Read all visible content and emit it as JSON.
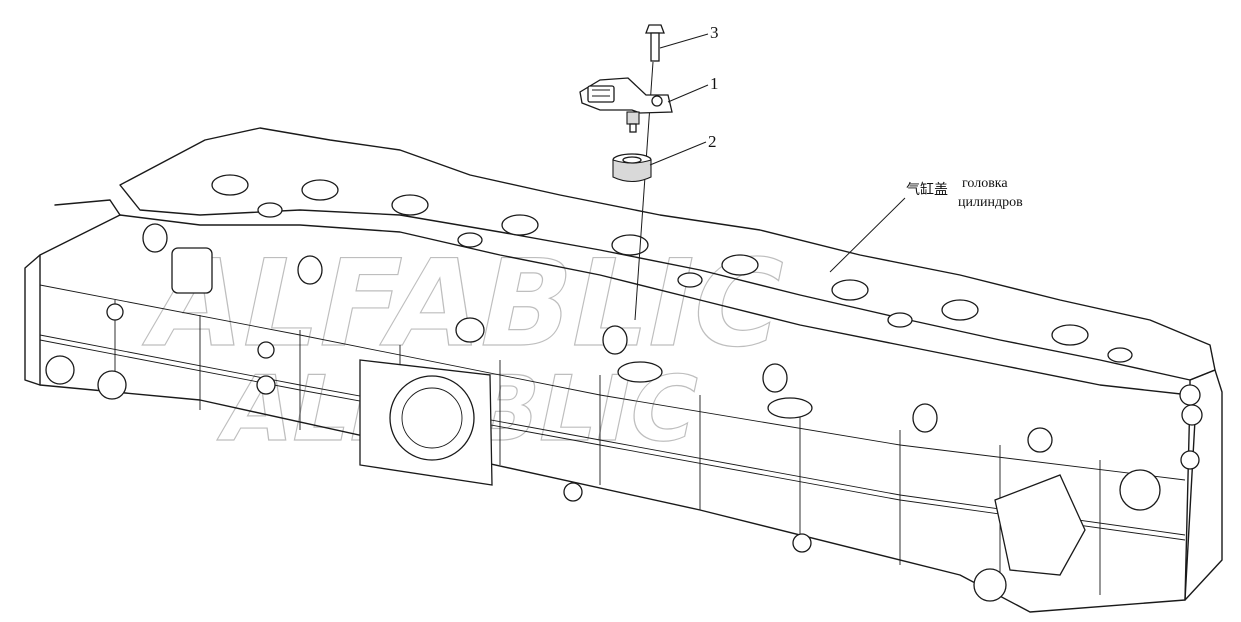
{
  "callouts": [
    {
      "id": "bolt",
      "label": "3"
    },
    {
      "id": "sensor",
      "label": "1"
    },
    {
      "id": "seal",
      "label": "2"
    }
  ],
  "part_label": {
    "chinese": "气缸盖",
    "russian_line1": "головка",
    "russian_line2": "цилиндров"
  },
  "watermark": {
    "text_upper": "ALFABLIC",
    "text_lower": "ALFABLIC",
    "color": "#8a8a8a"
  },
  "colors": {
    "line": "#1a1a1a",
    "background": "#ffffff",
    "part_fill": "#d9d9d9"
  }
}
